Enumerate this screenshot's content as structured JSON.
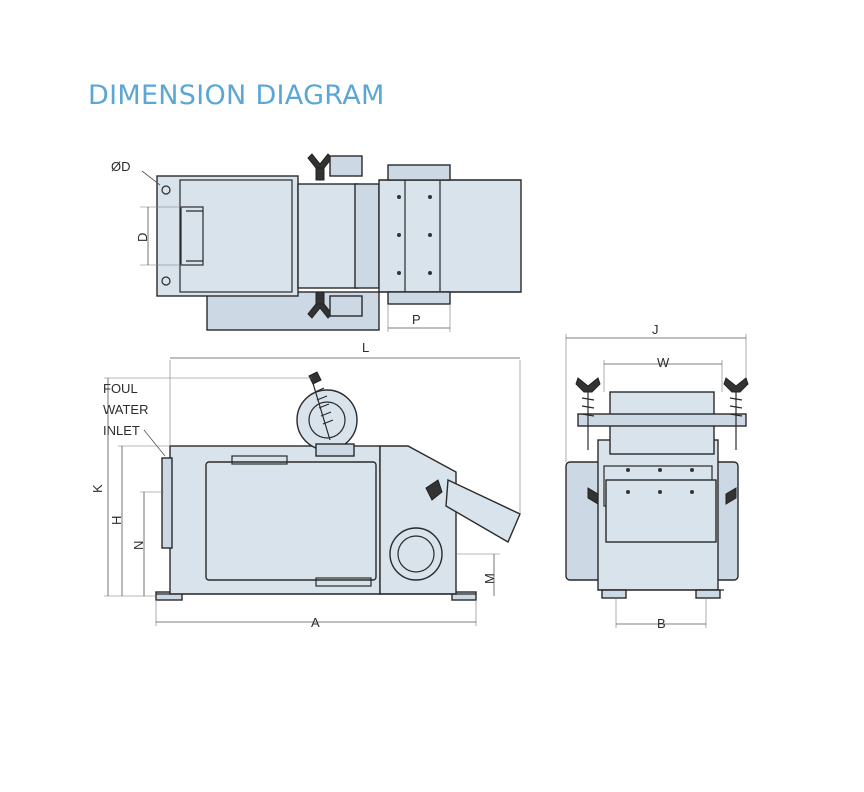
{
  "title": "DIMENSION DIAGRAM",
  "labels": {
    "od": "ØD",
    "d": "D",
    "p": "P",
    "l": "L",
    "k": "K",
    "h": "H",
    "n": "N",
    "m": "M",
    "a": "A",
    "j": "J",
    "w": "W",
    "b": "B"
  },
  "foul_water_inlet": [
    "FOUL",
    "WATER",
    "INLET"
  ],
  "colors": {
    "title": "#5aa7d6",
    "body_fill": "#d8e3ec",
    "line": "#2a2a2a"
  }
}
